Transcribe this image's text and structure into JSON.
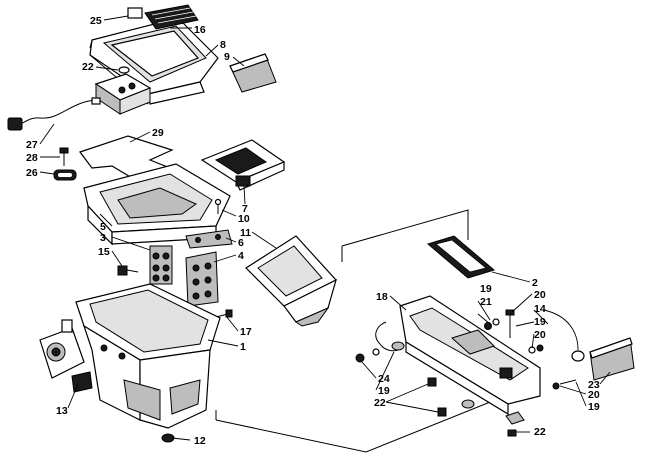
{
  "diagram": {
    "callouts": [
      {
        "id": "c25",
        "text": "25"
      },
      {
        "id": "c16",
        "text": "16"
      },
      {
        "id": "c8",
        "text": "8"
      },
      {
        "id": "c9",
        "text": "9"
      },
      {
        "id": "c22a",
        "text": "22"
      },
      {
        "id": "c27",
        "text": "27"
      },
      {
        "id": "c29",
        "text": "29"
      },
      {
        "id": "c28",
        "text": "28"
      },
      {
        "id": "c26",
        "text": "26"
      },
      {
        "id": "c7",
        "text": "7"
      },
      {
        "id": "c10",
        "text": "10"
      },
      {
        "id": "c5",
        "text": "5"
      },
      {
        "id": "c3",
        "text": "3"
      },
      {
        "id": "c6",
        "text": "6"
      },
      {
        "id": "c11",
        "text": "11"
      },
      {
        "id": "c15",
        "text": "15"
      },
      {
        "id": "c4",
        "text": "4"
      },
      {
        "id": "c17",
        "text": "17"
      },
      {
        "id": "c1",
        "text": "1"
      },
      {
        "id": "c13",
        "text": "13"
      },
      {
        "id": "c12",
        "text": "12"
      },
      {
        "id": "c2",
        "text": "2"
      },
      {
        "id": "c18",
        "text": "18"
      },
      {
        "id": "c19a",
        "text": "19"
      },
      {
        "id": "c21",
        "text": "21"
      },
      {
        "id": "c20a",
        "text": "20"
      },
      {
        "id": "c14",
        "text": "14"
      },
      {
        "id": "c19b",
        "text": "19"
      },
      {
        "id": "c20b",
        "text": "20"
      },
      {
        "id": "c24",
        "text": "24"
      },
      {
        "id": "c19c",
        "text": "19"
      },
      {
        "id": "c22b",
        "text": "22"
      },
      {
        "id": "c23",
        "text": "23"
      },
      {
        "id": "c20c",
        "text": "20"
      },
      {
        "id": "c19d",
        "text": "19"
      },
      {
        "id": "c22c",
        "text": "22"
      }
    ]
  }
}
